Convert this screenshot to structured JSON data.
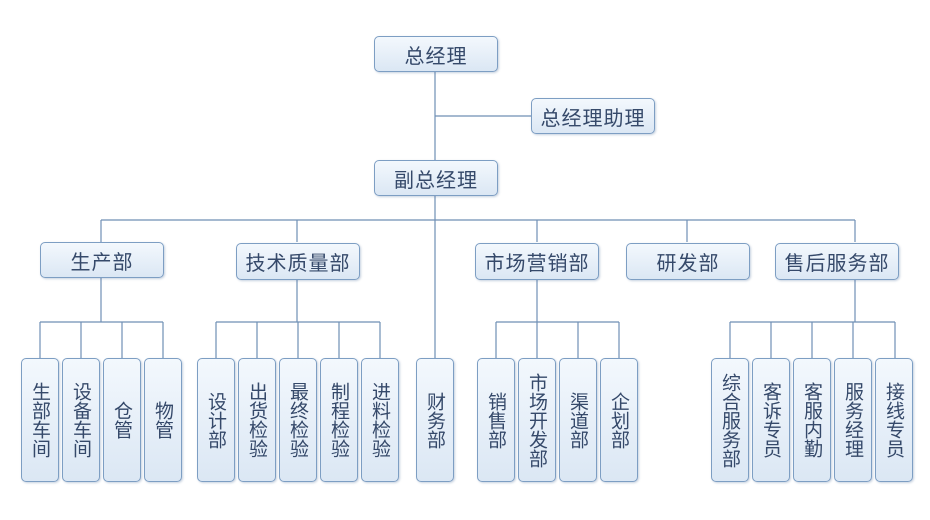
{
  "org": {
    "gm": "总经理",
    "assistant": "总经理助理",
    "deputy": "副总经理",
    "departments": {
      "production": "生产部",
      "tech_quality": "技术质量部",
      "finance": "财务部",
      "marketing": "市场营销部",
      "rnd": "研发部",
      "after_sales": "售后服务部"
    },
    "production_units": [
      "生部车间",
      "设备车间",
      "仓管",
      "物管"
    ],
    "tech_quality_units": [
      "设计部",
      "出货检验",
      "最终检验",
      "制程检验",
      "进料检验"
    ],
    "marketing_units": [
      "销售部",
      "市场开发部",
      "渠道部",
      "企划部"
    ],
    "after_sales_units": [
      "综合服务部",
      "客诉专员",
      "客服内勤",
      "服务经理",
      "接线专员"
    ]
  },
  "colors": {
    "line": "#6f8fb5",
    "border": "#7d9ec3",
    "text": "#35496a"
  }
}
